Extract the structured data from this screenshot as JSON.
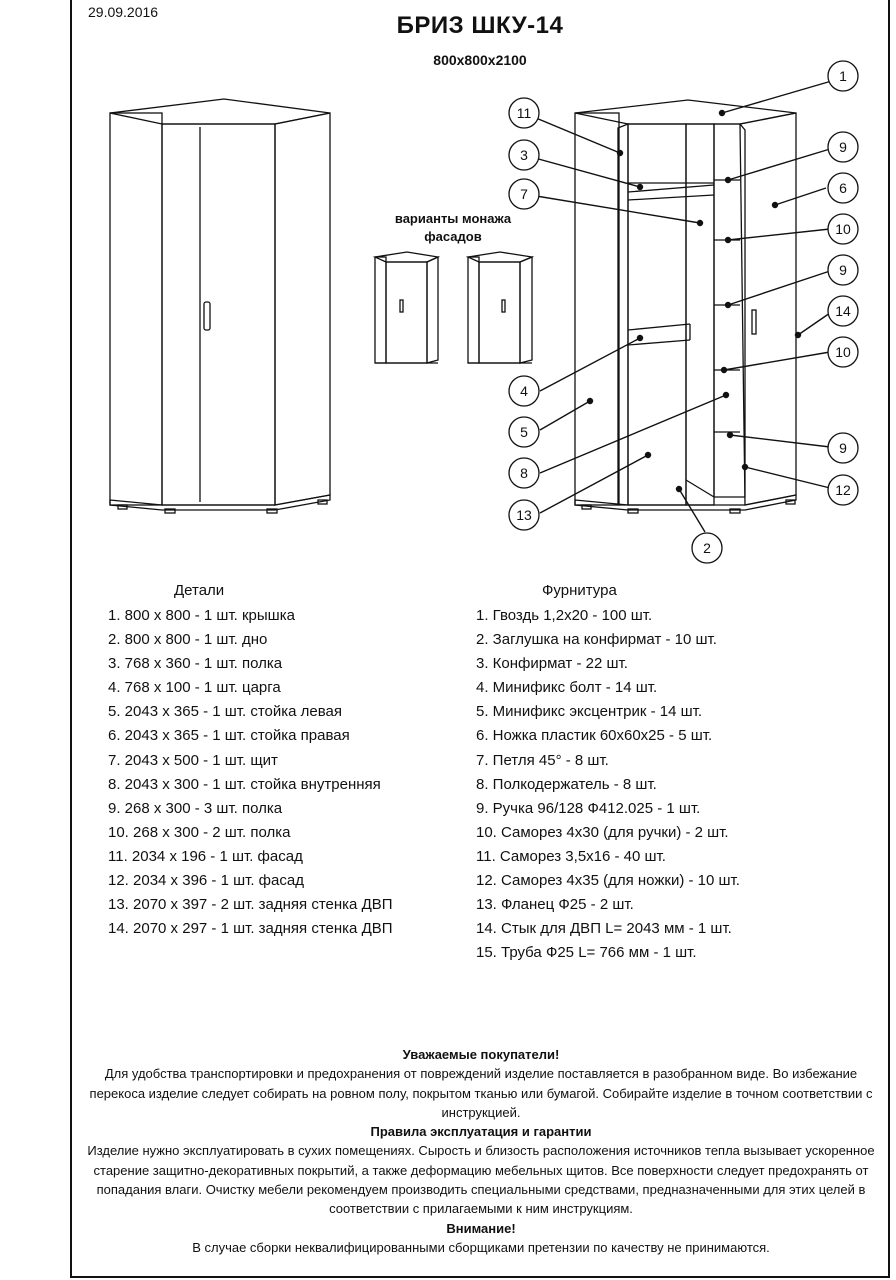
{
  "header": {
    "date": "29.09.2016",
    "title": "БРИЗ ШКУ-14",
    "dimensions": "800x800x2100",
    "variants_label_line1": "варианты монажа",
    "variants_label_line2": "фасадов"
  },
  "callouts": {
    "c1": "1",
    "c2": "2",
    "c3": "3",
    "c4": "4",
    "c5": "5",
    "c6": "6",
    "c7": "7",
    "c8": "8",
    "c9a": "9",
    "c9b": "9",
    "c9c": "9",
    "c10a": "10",
    "c10b": "10",
    "c11": "11",
    "c12": "12",
    "c13": "13",
    "c14": "14"
  },
  "details": {
    "heading": "Детали",
    "items": [
      "1. 800 х 800 - 1 шт. крышка",
      "2. 800 х 800 - 1 шт. дно",
      "3. 768 х 360 - 1 шт. полка",
      "4. 768 х 100 - 1 шт. царга",
      "5. 2043 х 365 - 1 шт. стойка левая",
      "6. 2043 х 365 - 1 шт. стойка правая",
      "7. 2043 х 500 - 1 шт. щит",
      "8. 2043 х 300 - 1 шт. стойка внутренняя",
      "9. 268 х 300 - 3 шт. полка",
      "10. 268 х 300 - 2 шт. полка",
      "11. 2034 х 196 - 1 шт. фасад",
      "12. 2034 х 396 - 1 шт. фасад",
      "13. 2070 х 397 - 2 шт. задняя стенка ДВП",
      "14. 2070 х 297 - 1 шт. задняя стенка ДВП"
    ]
  },
  "hardware": {
    "heading": "Фурнитура",
    "items": [
      "1. Гвоздь 1,2х20 - 100 шт.",
      "2. Заглушка на конфирмат - 10 шт.",
      "3. Конфирмат - 22 шт.",
      "4. Минификс болт - 14 шт.",
      "5. Минификс эксцентрик - 14 шт.",
      "6. Ножка пластик 60х60х25 - 5 шт.",
      "7. Петля 45° - 8 шт.",
      "8. Полкодержатель - 8 шт.",
      "9. Ручка 96/128 Ф412.025 - 1 шт.",
      "10. Саморез 4х30 (для ручки) - 2 шт.",
      "11. Саморез 3,5х16 - 40 шт.",
      "12. Саморез 4х35 (для ножки) - 10 шт.",
      "13. Фланец Ф25 - 2 шт.",
      "14. Стык для ДВП L= 2043 мм - 1 шт.",
      "15. Труба Ф25 L= 766 мм - 1 шт."
    ]
  },
  "notes": {
    "customers_heading": "Уважаемые покупатели!",
    "customers_text": "Для удобства транспортировки и предохранения от повреждений изделие поставляется в разобранном виде. Во избежание перекоса изделие следует собирать на ровном полу, покрытом тканью или бумагой. Собирайте изделие в точном соответствии с инструкцией.",
    "rules_heading": "Правила эксплуатация и гарантии",
    "rules_text": "Изделие нужно эксплуатировать в сухих помещениях. Сырость и близость расположения источников тепла вызывает ускоренное старение защитно-декоративных покрытий, а также деформацию мебельных щитов. Все поверхности следует предохранять от попадания влаги. Очистку мебели рекомендуем производить специальными средствами, предназначенными для этих целей в соответствии с прилагаемыми к ним инструкциям.",
    "attention_heading": "Внимание!",
    "attention_text": "В случае сборки неквалифицированными сборщиками претензии по качеству не принимаются."
  }
}
